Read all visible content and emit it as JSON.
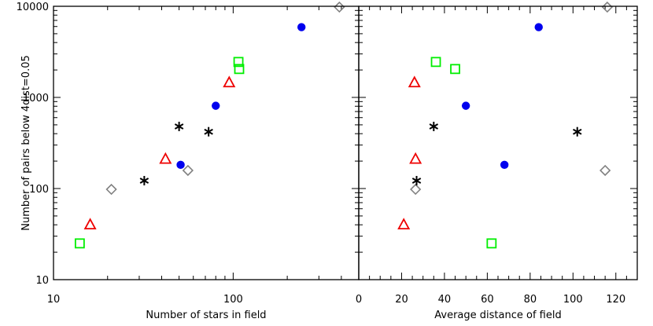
{
  "chart_data": [
    {
      "type": "scatter",
      "xscale": "log",
      "yscale": "log",
      "xlabel": "Number of stars in field",
      "ylabel": "Number of pairs below 4dist=0.05",
      "xlim": [
        10,
        500
      ],
      "ylim": [
        10,
        10000
      ],
      "x_ticklabels": [
        {
          "v": 10,
          "label": "10"
        },
        {
          "v": 100,
          "label": "100"
        }
      ],
      "y_ticklabels": [
        {
          "v": 10,
          "label": "10"
        },
        {
          "v": 100,
          "label": "100"
        },
        {
          "v": 1000,
          "label": "1000"
        },
        {
          "v": 10000,
          "label": "10000"
        }
      ],
      "series": [
        {
          "marker": "square",
          "color": "#00ee00",
          "points": [
            [
              14,
              25
            ],
            [
              107,
              2450
            ],
            [
              108,
              2050
            ]
          ]
        },
        {
          "marker": "triangle",
          "color": "#ee0000",
          "points": [
            [
              16,
              40
            ],
            [
              42,
              210
            ],
            [
              95,
              1450
            ]
          ]
        },
        {
          "marker": "diamond",
          "color": "#808080",
          "points": [
            [
              21,
              98
            ],
            [
              56,
              158
            ],
            [
              390,
              9800
            ]
          ]
        },
        {
          "marker": "asterisk",
          "color": "#000000",
          "points": [
            [
              32,
              122
            ],
            [
              50,
              480
            ],
            [
              73,
              420
            ]
          ]
        },
        {
          "marker": "circle",
          "color": "#0000ee",
          "points": [
            [
              51,
              182
            ],
            [
              80,
              810
            ],
            [
              240,
              5900
            ]
          ]
        }
      ]
    },
    {
      "type": "scatter",
      "xscale": "linear",
      "yscale": "log",
      "xlabel": "Average distance of field",
      "ylabel": "",
      "xlim": [
        0,
        130
      ],
      "ylim": [
        10,
        10000
      ],
      "x_ticklabels": [
        {
          "v": 0,
          "label": "0"
        },
        {
          "v": 20,
          "label": "20"
        },
        {
          "v": 40,
          "label": "40"
        },
        {
          "v": 60,
          "label": "60"
        },
        {
          "v": 80,
          "label": "80"
        },
        {
          "v": 100,
          "label": "100"
        },
        {
          "v": 120,
          "label": "120"
        }
      ],
      "series": [
        {
          "marker": "square",
          "color": "#00ee00",
          "points": [
            [
              36,
              2450
            ],
            [
              45,
              2050
            ],
            [
              62,
              25
            ]
          ]
        },
        {
          "marker": "triangle",
          "color": "#ee0000",
          "points": [
            [
              21,
              40
            ],
            [
              26,
              1450
            ],
            [
              26.5,
              210
            ]
          ]
        },
        {
          "marker": "diamond",
          "color": "#808080",
          "points": [
            [
              26.5,
              98
            ],
            [
              115,
              158
            ],
            [
              116,
              9800
            ]
          ]
        },
        {
          "marker": "asterisk",
          "color": "#000000",
          "points": [
            [
              27,
              122
            ],
            [
              35,
              480
            ],
            [
              102,
              420
            ]
          ]
        },
        {
          "marker": "circle",
          "color": "#0000ee",
          "points": [
            [
              50,
              810
            ],
            [
              68,
              182
            ],
            [
              84,
              5900
            ]
          ]
        }
      ]
    }
  ]
}
